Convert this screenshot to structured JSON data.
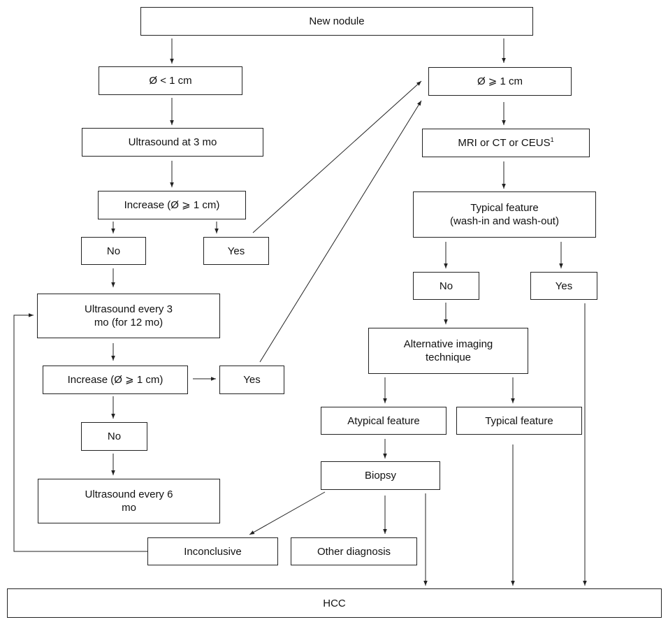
{
  "flowchart": {
    "new_nodule": "New nodule",
    "left": {
      "small": "Ø < 1 cm",
      "us_3mo": "Ultrasound at 3 mo",
      "increase_1": "Increase (Ø ⩾ 1 cm)",
      "no_1": "No",
      "yes_1": "Yes",
      "us_every3_line1": "Ultrasound every 3",
      "us_every3_line2": "mo (for 12 mo)",
      "increase_2": "Increase (Ø ⩾ 1 cm)",
      "yes_2": "Yes",
      "no_2": "No",
      "us_every6_line1": "Ultrasound every 6",
      "us_every6_line2": "mo"
    },
    "right": {
      "large": "Ø ⩾ 1 cm",
      "imaging": "MRI or CT or CEUS",
      "imaging_sup": "1",
      "typical_line1": "Typical feature",
      "typical_line2": "(wash-in and wash-out)",
      "no": "No",
      "yes": "Yes",
      "alt_line1": "Alternative imaging",
      "alt_line2": "technique",
      "atypical": "Atypical feature",
      "typical_feature": "Typical feature",
      "biopsy": "Biopsy",
      "inconclusive": "Inconclusive",
      "other_diagnosis": "Other diagnosis"
    },
    "hcc": "HCC"
  }
}
